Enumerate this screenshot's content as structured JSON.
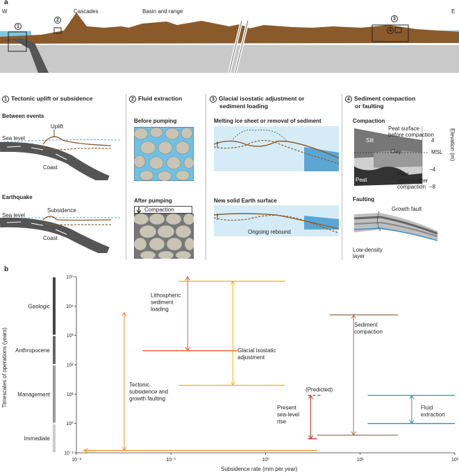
{
  "panel_a": {
    "letter": "a",
    "west": "W",
    "east": "E",
    "cascades": "Cascades",
    "basin": "Basin and range",
    "markers": [
      "1",
      "2",
      "3",
      "4"
    ],
    "col1": {
      "num": "1",
      "title": "Tectonic uplift or subsidence",
      "sub1": "Between events",
      "sub2": "Earthquake",
      "sea1": "Sea level",
      "uplift": "Uplift",
      "coast1": "Coast",
      "sea2": "Sea level",
      "subsidence": "Subsidence",
      "coast2": "Coast"
    },
    "col2": {
      "num": "2",
      "title": "Fluid extraction",
      "sub1": "Before pumping",
      "sub2": "After pumping",
      "compaction": "Compaction"
    },
    "col3": {
      "num": "3",
      "title1": "Glacial isostatic adjustment or",
      "title2": "sediment loading",
      "sub1": "Melting ice sheet or removal of sediment",
      "sub2": "New solid Earth surface",
      "rebound": "Ongoing rebound"
    },
    "col4": {
      "num": "4",
      "title1": "Sediment compaction",
      "title2": "or faulting",
      "sub1": "Compaction",
      "silt": "Silt",
      "clay": "Clay",
      "peat": "Peat",
      "peat_before1": "Peat surface",
      "peat_before2": "before compaction",
      "peat_after1": "Peat",
      "peat_after2": "surface after",
      "peat_after3": "compaction",
      "msl": "MSL",
      "elev_axis": "Elevation (m)",
      "elev_ticks": [
        "4",
        "−4",
        "−8"
      ],
      "sub2": "Faulting",
      "growth_fault": "Growth fault",
      "low_density1": "Low-density",
      "low_density2": "layer"
    }
  },
  "panel_b": {
    "letter": "b",
    "chart_data": {
      "type": "range",
      "xlabel": "Subsidence rate (mm per year)",
      "ylabel": "Timescales of operations (years)",
      "x_scale": "log",
      "y_scale": "log",
      "xlim": [
        0.01,
        100
      ],
      "ylim": [
        0.1,
        100000
      ],
      "x_ticks": [
        "10⁻²",
        "10⁻¹",
        "10⁰",
        "10¹",
        "10²"
      ],
      "y_ticks": [
        "10⁻¹",
        "10⁰",
        "10¹",
        "10²",
        "10³",
        "10⁴",
        "10⁵"
      ],
      "phases": [
        "Geologic",
        "Anthropocene",
        "Management",
        "Immediate"
      ],
      "series": [
        {
          "name": "Lithospheric sediment loading",
          "color": "#e8572a",
          "x": [
            0.05,
            0.5
          ],
          "y": [
            300,
            100000
          ],
          "marker_x": 0.15,
          "bar_y": 300
        },
        {
          "name": "Glacial isostatic adjustment",
          "color": "#f2b705",
          "x": [
            0.12,
            1.6
          ],
          "y": [
            20,
            70000
          ],
          "marker_x": 0.45
        },
        {
          "name": "Tectonic subsidence and growth faulting",
          "color": "#ee8a1f",
          "x": [
            0.012,
            3.5
          ],
          "y": [
            0.12,
            6000
          ],
          "marker_x": 0.032
        },
        {
          "name": "Present sea-level rise",
          "color": "#c0302e",
          "x": [
            2.8,
            3.5
          ],
          "y": [
            0.3,
            9
          ],
          "marker_x": 3.0
        },
        {
          "name": "Sediment compaction",
          "color": "#9b7350",
          "x": [
            3.5,
            25
          ],
          "y": [
            0.4,
            5000
          ],
          "marker_x": 8.5
        },
        {
          "name": "Fluid extraction",
          "color": "#2b8fcb",
          "x": [
            12,
            100
          ],
          "y": [
            1,
            9
          ],
          "marker_x": 35
        }
      ],
      "predicted": "(Predicted)",
      "labels": {
        "litho1": "Lithospheric",
        "litho2": "sediment",
        "litho3": "loading",
        "glacial1": "Glacial isostatic",
        "glacial2": "adjustment",
        "tect1": "Tectonic",
        "tect2": "subsidence and",
        "tect3": "growth faulting",
        "slr1": "Present",
        "slr2": "sea-level",
        "slr3": "rise",
        "sed1": "Sediment",
        "sed2": "compaction",
        "fluid1": "Fluid",
        "fluid2": "extraction"
      }
    }
  }
}
